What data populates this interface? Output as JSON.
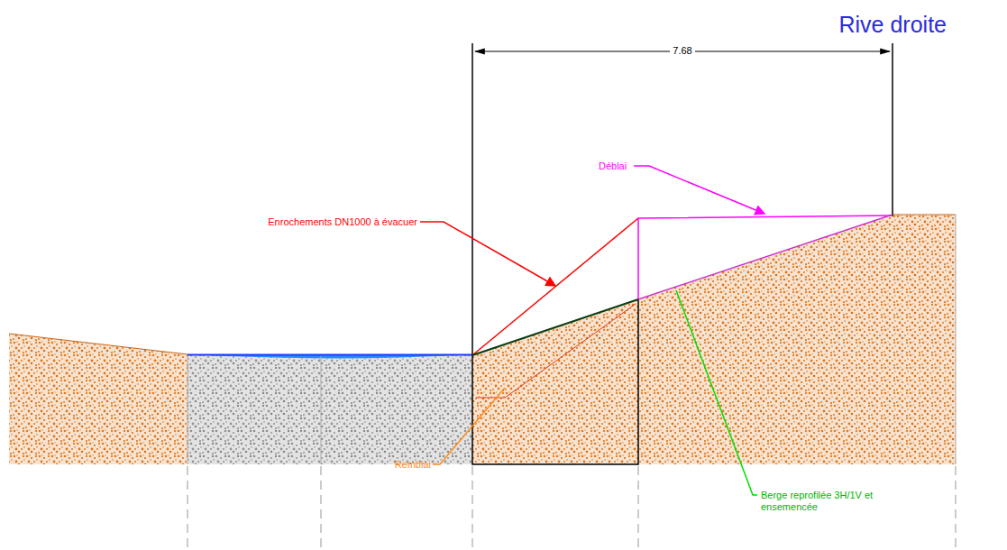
{
  "diagram": {
    "labels": [
      "Rive droite",
      "7.68",
      "Enrochements DN1000 à évacuer",
      "Déblai",
      "Remblai",
      "Berge reprofilée 3H/1V et ensemencée"
    ]
  }
}
